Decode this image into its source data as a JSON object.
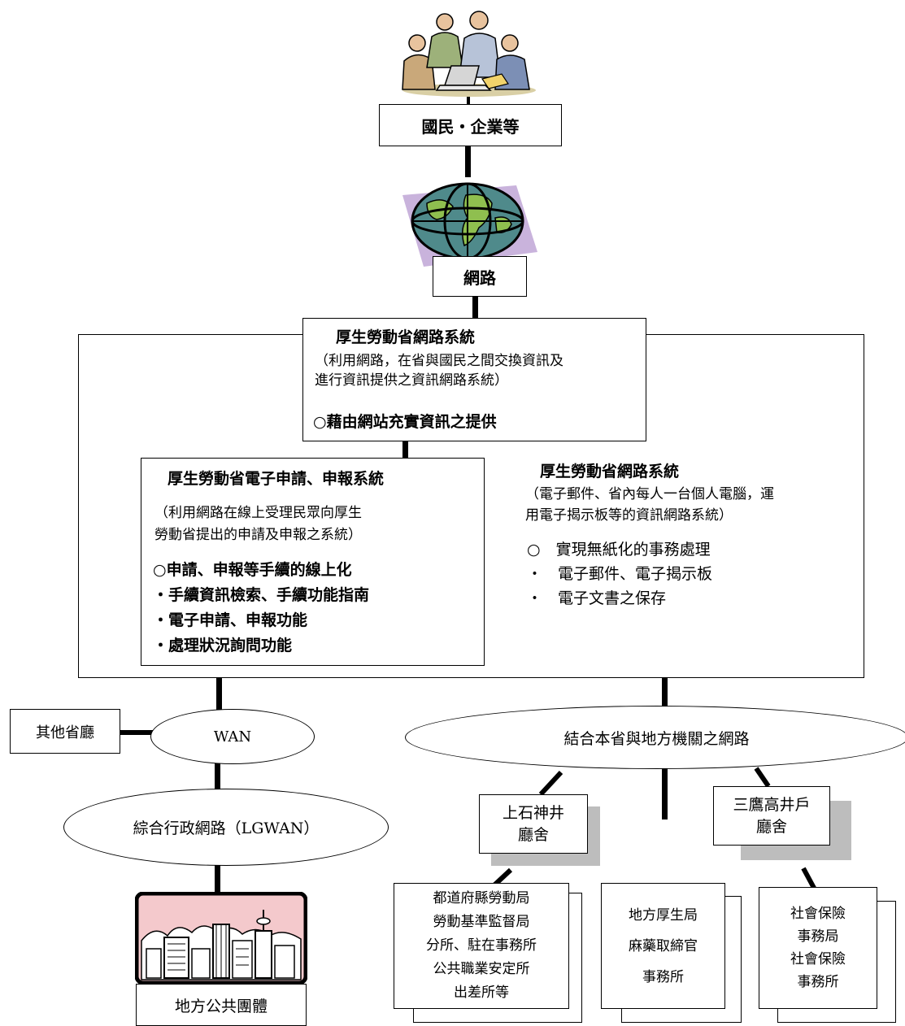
{
  "top": {
    "citizens_label": "國民・企業等",
    "network_label": "網路"
  },
  "mhlw_web": {
    "title": "厚生勞動省網路系統",
    "desc_line1": "（利用網路，在省與國民之間交換資訊及",
    "desc_line2": "進行資訊提供之資訊網路系統）",
    "bullet": "○藉由網站充實資訊之提供"
  },
  "e_application": {
    "title": "厚生勞動省電子申請、申報系統",
    "desc_line1": "（利用網路在線上受理民眾向厚生",
    "desc_line2": "勞動省提出的申請及申報之系統）",
    "bullets": [
      "○申請、申報等手續的線上化",
      "・手續資訊檢索、手續功能指南",
      "・電子申請、申報功能",
      "・處理狀況詢問功能"
    ]
  },
  "mhlw_internal": {
    "title": "厚生勞動省網路系統",
    "desc_line1": "（電子郵件、省內每人一台個人電腦，運",
    "desc_line2": "用電子揭示板等的資訊網路系統）",
    "bullets": [
      "○　實現無紙化的事務處理",
      "・　電子郵件、電子揭示板",
      "・　電子文書之保存"
    ]
  },
  "wan": {
    "other_ministries": "其他省廳",
    "wan_label": "WAN",
    "lgwan_label": "綜合行政網路（LGWAN）",
    "local_gov_label": "地方公共團體"
  },
  "local_network": {
    "label": "結合本省與地方機關之網路",
    "kamishakujii": [
      "上石神井",
      "廳舍"
    ],
    "mitaka": [
      "三鷹高井戶",
      "廳舍"
    ],
    "prefectural_offices": [
      "都道府縣勞動局",
      "勞動基準監督局",
      "分所、駐在事務所",
      "公共職業安定所",
      "出差所等"
    ],
    "regional_health": [
      "地方厚生局",
      "麻藥取締官",
      "事務所"
    ],
    "social_insurance": [
      "社會保險",
      "事務局",
      "社會保險",
      "事務所"
    ]
  },
  "colors": {
    "line": "#000000",
    "shadow": "#bdbdbd",
    "globe_ocean": "#4f8a8b",
    "globe_land": "#8fbf4f",
    "globe_shadow": "#c9b3dc",
    "sky": "#f4c9cc"
  }
}
